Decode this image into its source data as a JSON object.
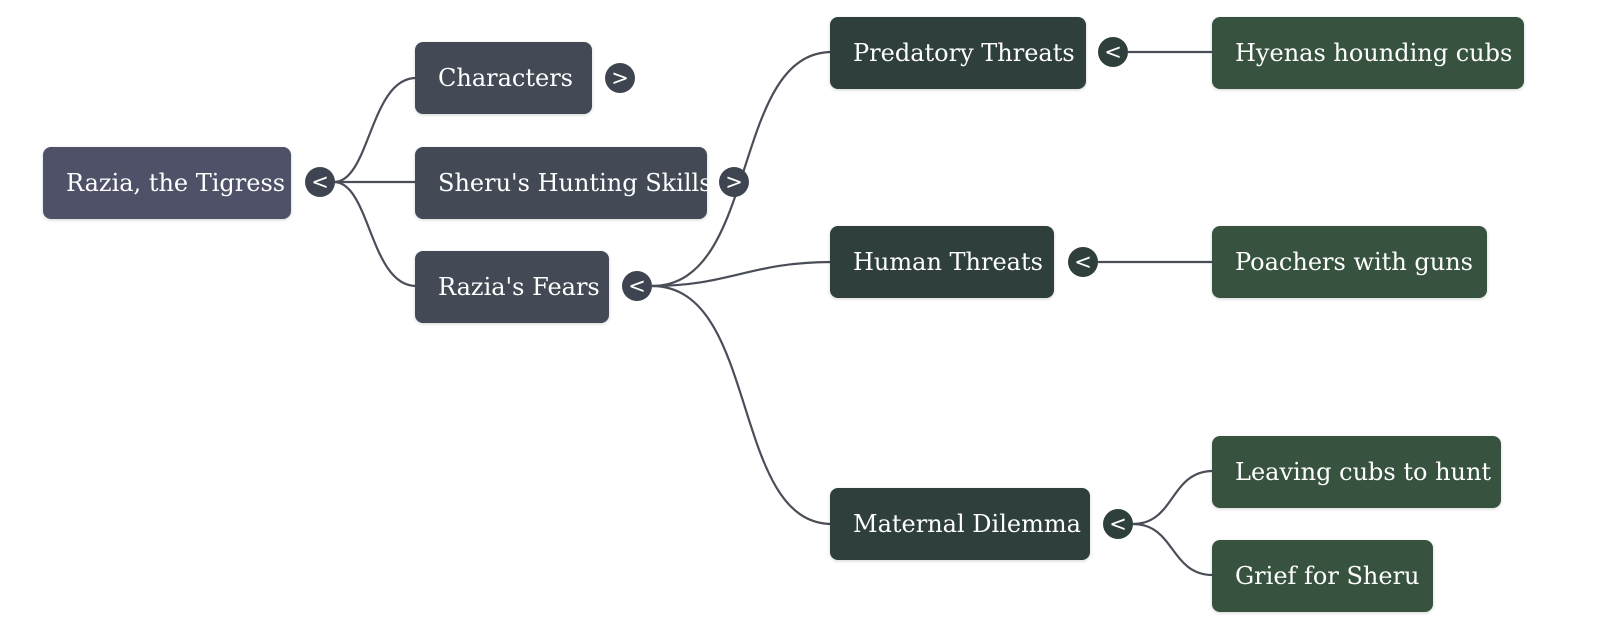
{
  "mindmap": {
    "colors": {
      "root": "#4f5168",
      "level1": "#434a55",
      "level2": "#2e3f3c",
      "level3": "#37533f",
      "link": "#4a4e58",
      "toggle_dark": "#3f4550",
      "toggle_level2": "#2e3f3c"
    },
    "nodes": {
      "root": {
        "label": "Razia, the Tigress",
        "toggle": "<"
      },
      "characters": {
        "label": "Characters",
        "toggle": ">"
      },
      "hunting": {
        "label": "Sheru's Hunting Skills",
        "toggle": ">"
      },
      "fears": {
        "label": "Razia's Fears",
        "toggle": "<"
      },
      "predatory": {
        "label": "Predatory Threats",
        "toggle": "<"
      },
      "human": {
        "label": "Human Threats",
        "toggle": "<"
      },
      "maternal": {
        "label": "Maternal Dilemma",
        "toggle": "<"
      },
      "hyenas": {
        "label": "Hyenas hounding cubs"
      },
      "poachers": {
        "label": "Poachers with guns"
      },
      "leaving": {
        "label": "Leaving cubs to hunt"
      },
      "grief": {
        "label": "Grief for Sheru"
      }
    }
  }
}
